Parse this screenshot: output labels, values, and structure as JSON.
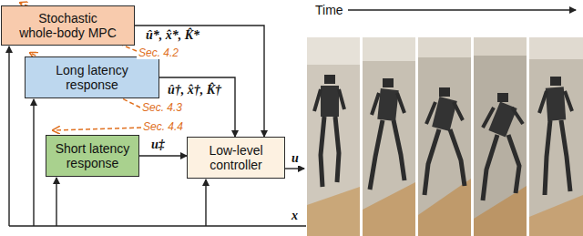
{
  "diagram": {
    "nodes": [
      {
        "text": [
          "Stochastic whole-body MPC"
        ]
      },
      {
        "text": [
          "Long latency response"
        ]
      },
      {
        "text": [
          "Short latency response"
        ]
      },
      {
        "text": [
          "Low-level controller"
        ]
      }
    ],
    "edges": [
      {
        "from": 0,
        "to": 3,
        "arrow": "to",
        "label": "û*, x̂*, K̂*"
      },
      {
        "from": 1,
        "to": 3,
        "arrow": "to",
        "label": "û†, x̂†, K̂†"
      },
      {
        "from": 2,
        "to": 3,
        "arrow": "to",
        "label": "u‡"
      }
    ],
    "labels": [
      "Sec. 4.2",
      "Sec. 4.3",
      "Sec. 4.4",
      "u",
      "x",
      "Time"
    ]
  }
}
